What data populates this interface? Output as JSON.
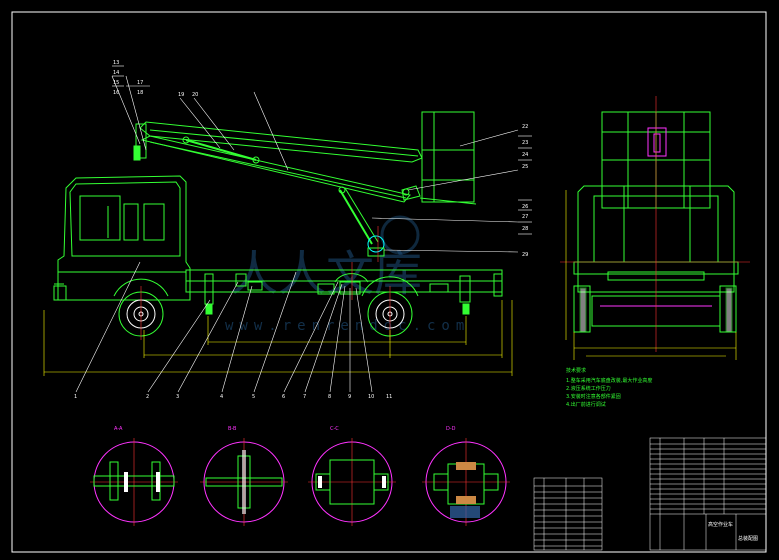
{
  "watermark": {
    "cn": "人人文库",
    "url": "www.renrendoc.com"
  },
  "part_callouts": {
    "bottom": [
      "1",
      "2",
      "3",
      "4",
      "5",
      "6",
      "7",
      "8",
      "9",
      "10",
      "11"
    ],
    "top_left": [
      "13",
      "14",
      "15",
      "16",
      "17",
      "18"
    ],
    "top_mid": [
      "19",
      "20"
    ],
    "right": [
      "22",
      "23",
      "24",
      "25",
      "26",
      "27",
      "28",
      "29"
    ]
  },
  "section_views": [
    {
      "label": "A-A"
    },
    {
      "label": "B-B"
    },
    {
      "label": "C-C"
    },
    {
      "label": "D-D"
    }
  ],
  "notes": {
    "title": "技术要求",
    "lines": [
      "1.整车采用汽车底盘改装,最大作业高度",
      "2.液压系统工作压力",
      "3.安装时注意各部件紧固",
      "4.出厂前进行调试"
    ]
  },
  "title_block": {
    "name": "高空作业车",
    "drawing_no": "总装配图"
  },
  "colors": {
    "background": "#000000",
    "outline": "#33ff33",
    "dimension": "#ffff00",
    "centerline": "#ff3333",
    "hidden": "#ff33ff",
    "leader": "#ffffff",
    "cyan": "#00ffff",
    "watermark": "#1e4f7a"
  }
}
